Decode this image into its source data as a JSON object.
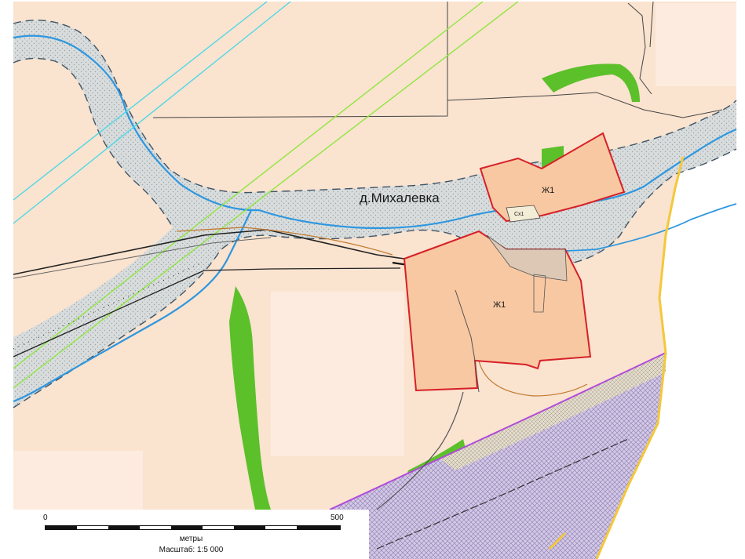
{
  "map": {
    "village_label": "д.Михалевка",
    "zone_labels": [
      "Ж1",
      "Ж1",
      "Сх1"
    ]
  },
  "scale_bar": {
    "start": "0",
    "end": "500",
    "unit": "метры",
    "scale_text": "Масштаб: 1:5 000"
  },
  "colors": {
    "land": "#fae3cf",
    "parcel": "#f8c8a2",
    "river": "#d7dbdb",
    "stream": "#2d97e0",
    "green": "#5cc02a",
    "boundary": "#d72027",
    "purple": "#d3c7e8",
    "yellow_border": "#f3c83a",
    "power_cyan": "#4fd8e6",
    "power_green": "#8ee63f"
  }
}
